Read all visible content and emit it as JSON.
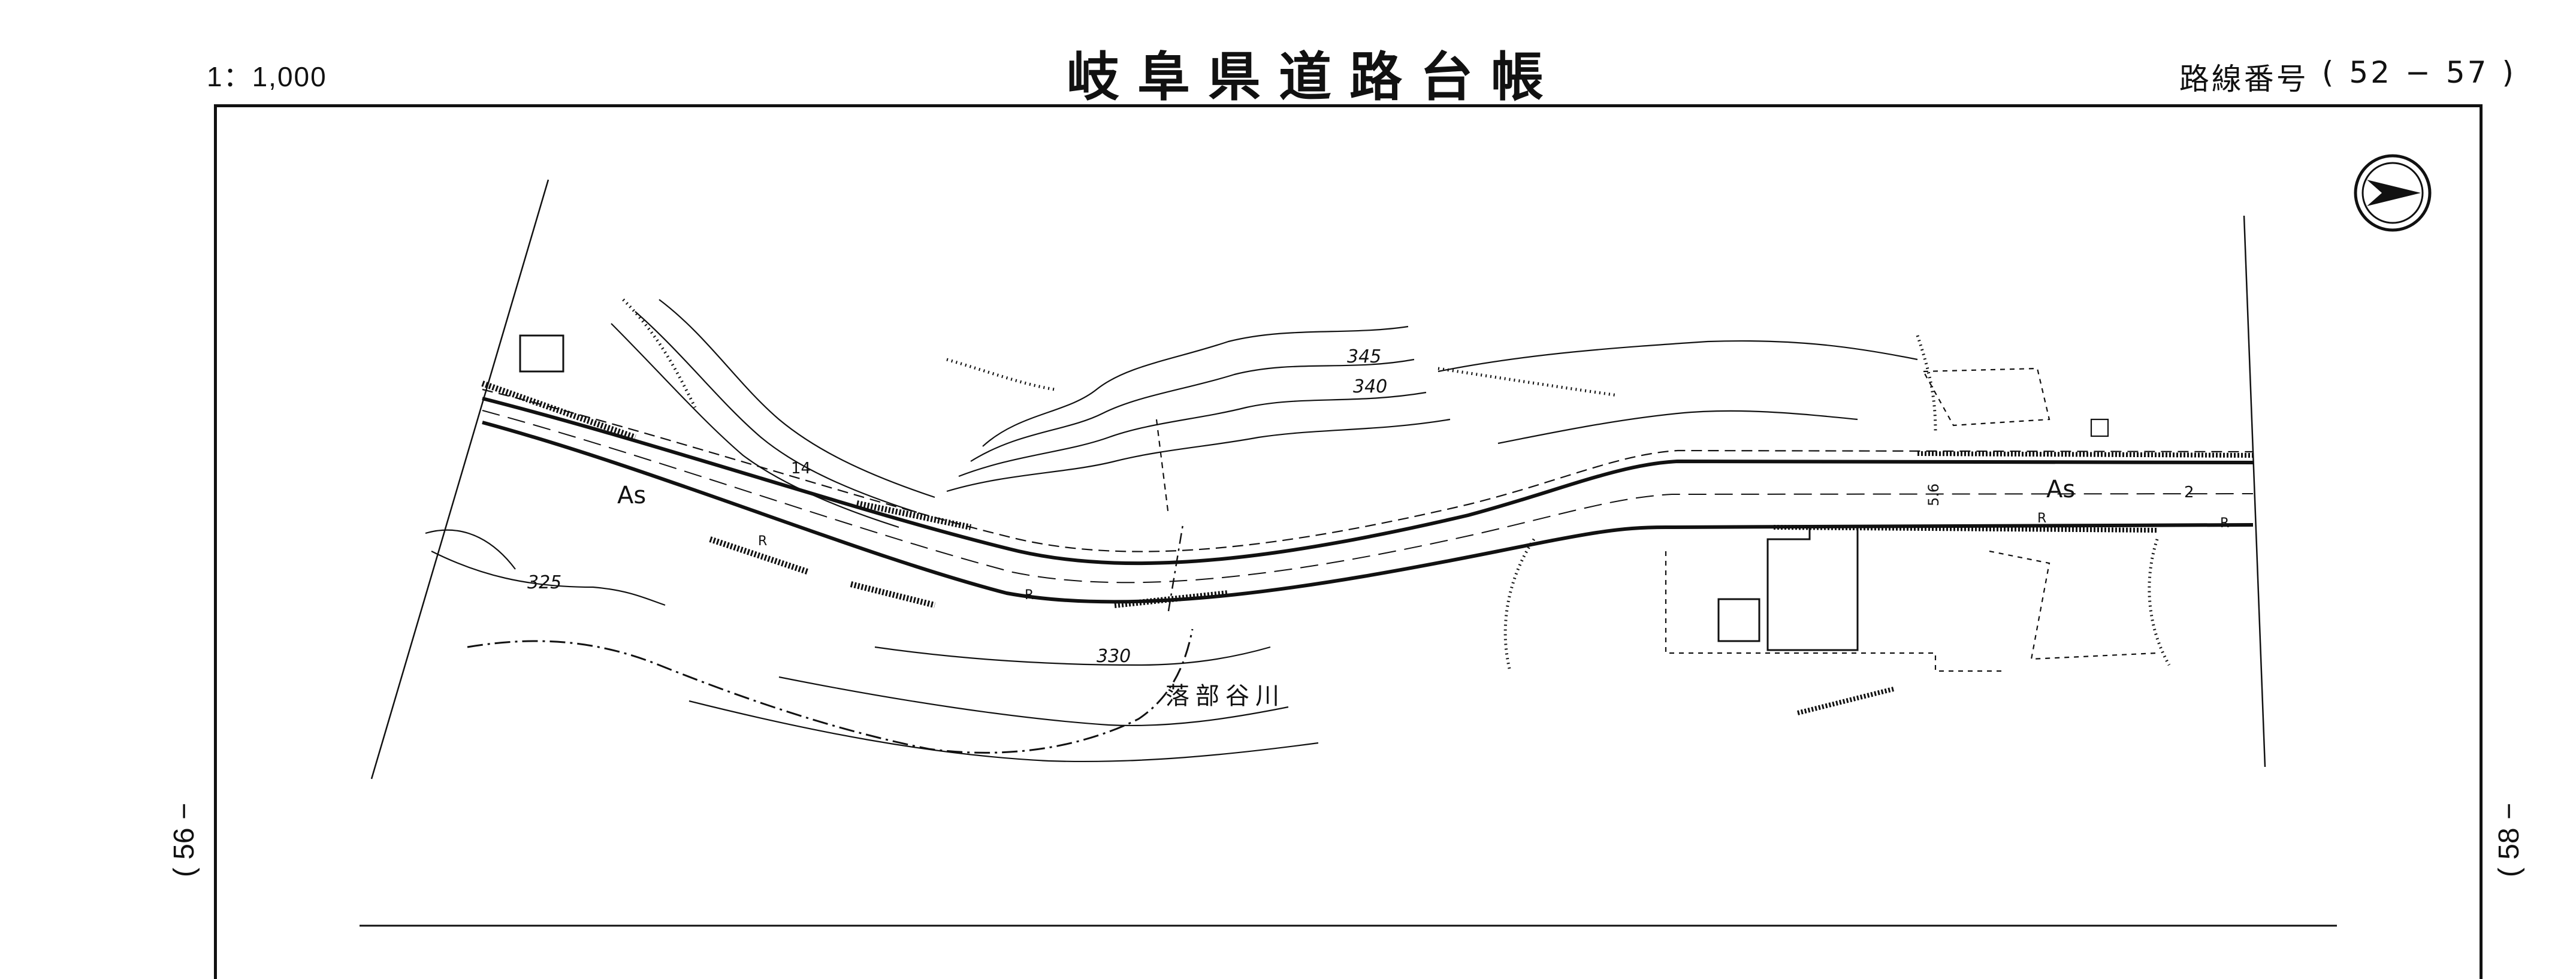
{
  "header": {
    "scale": "1：1,000",
    "title": "岐阜県道路台帳",
    "route_label": "路線番号",
    "route_open": "(",
    "route_from": "52",
    "route_dash": "−",
    "route_to": "57",
    "route_close": ")"
  },
  "side_markers": {
    "left": "( 56 −",
    "right": "( 58 −"
  },
  "map": {
    "labels": {
      "as_left": "As",
      "as_right": "As",
      "r_marks": [
        "R",
        "R",
        "R",
        "R"
      ],
      "contour_325": "325",
      "contour_330": "330",
      "contour_340": "340",
      "contour_345": "345",
      "num_14": "14",
      "num_2": "2",
      "num_56": "5.6",
      "river_name": "落部谷川"
    },
    "north_arrow": "north-arrow-icon",
    "line_color": "#111111"
  }
}
